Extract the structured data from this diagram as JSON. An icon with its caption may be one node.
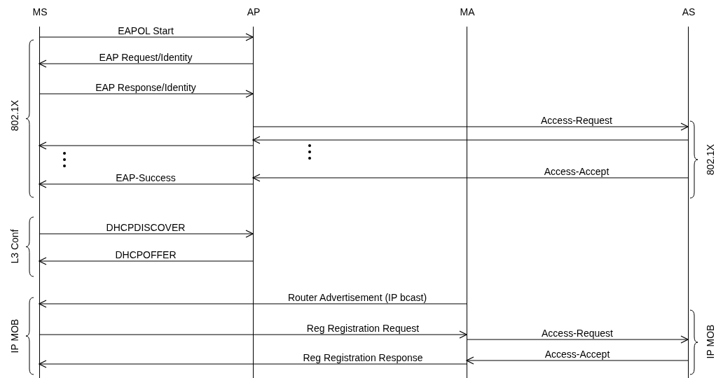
{
  "diagram": {
    "nodes": [
      {
        "text": [
          "MS"
        ]
      },
      {
        "text": [
          "AP"
        ]
      },
      {
        "text": [
          "MA"
        ]
      },
      {
        "text": [
          "AS"
        ]
      }
    ],
    "edges": [
      {
        "from": 0,
        "to": 1,
        "arrow": "to",
        "label": "EAPOL Start"
      },
      {
        "from": 1,
        "to": 0,
        "arrow": "to",
        "label": "EAP Request/Identity"
      },
      {
        "from": 0,
        "to": 1,
        "arrow": "to",
        "label": "EAP Response/Identity"
      },
      {
        "from": 1,
        "to": 3,
        "arrow": "to",
        "label": "Access-Request"
      },
      {
        "from": 3,
        "to": 1,
        "arrow": "to"
      },
      {
        "from": 1,
        "to": 0,
        "arrow": "to"
      },
      {
        "from": 3,
        "to": 1,
        "arrow": "to",
        "label": "Access-Accept"
      },
      {
        "from": 1,
        "to": 0,
        "arrow": "to",
        "label": "EAP-Success"
      },
      {
        "from": 0,
        "to": 1,
        "arrow": "to",
        "label": "DHCPDISCOVER"
      },
      {
        "from": 1,
        "to": 0,
        "arrow": "to",
        "label": "DHCPOFFER"
      },
      {
        "from": 2,
        "to": 0,
        "arrow": "to",
        "label": "Router Advertisement (IP bcast)"
      },
      {
        "from": 0,
        "to": 2,
        "arrow": "to",
        "label": "Reg Registration Request"
      },
      {
        "from": 2,
        "to": 3,
        "arrow": "to",
        "label": "Access-Request"
      },
      {
        "from": 3,
        "to": 2,
        "arrow": "to",
        "label": "Access-Accept"
      },
      {
        "from": 2,
        "to": 0,
        "arrow": "to",
        "label": "Reg Registration Response"
      }
    ],
    "labels": [
      "802.1X",
      "802.1X",
      "L3 Conf",
      "IP MOB",
      "IP MOB"
    ]
  }
}
